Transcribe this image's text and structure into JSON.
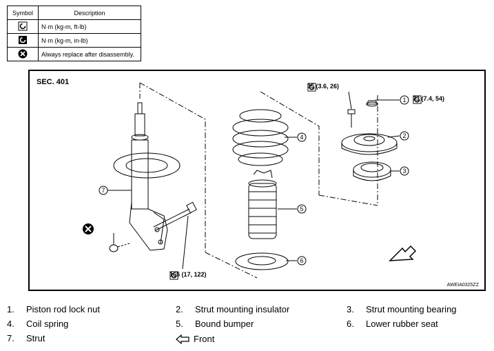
{
  "legend": {
    "headers": {
      "symbol": "Symbol",
      "description": "Description"
    },
    "rows": [
      {
        "icon": "torque-ftlb-icon",
        "text": "N·m (kg-m, ft-lb)"
      },
      {
        "icon": "torque-inlb-icon",
        "text": "N·m (kg-m, in-lb)"
      },
      {
        "icon": "replace-icon",
        "text": "Always replace after disassembly."
      }
    ]
  },
  "diagram": {
    "section": "SEC. 401",
    "figure_id": "AWEIA0325ZZ",
    "torques": {
      "bolt_35": "35 (3.6, 26)",
      "nut_73": "73 (7.4, 54)",
      "bolt_165": "165 (17, 122)"
    },
    "callouts": [
      "1",
      "2",
      "3",
      "4",
      "5",
      "6",
      "7"
    ]
  },
  "parts": [
    {
      "num": "1.",
      "label": "Piston rod lock nut"
    },
    {
      "num": "2.",
      "label": "Strut mounting insulator"
    },
    {
      "num": "3.",
      "label": "Strut mounting bearing"
    },
    {
      "num": "4.",
      "label": "Coil spring"
    },
    {
      "num": "5.",
      "label": "Bound bumper"
    },
    {
      "num": "6.",
      "label": "Lower rubber seat"
    },
    {
      "num": "7.",
      "label": "Strut"
    }
  ],
  "front_label": "Front"
}
